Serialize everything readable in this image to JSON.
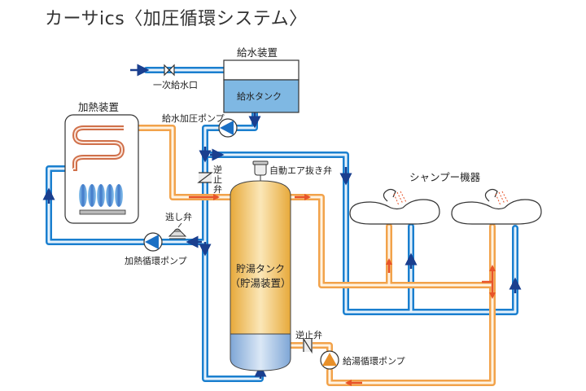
{
  "title": "カーサics〈加圧循環システム〉",
  "colors": {
    "cold_pipe": "#1a7fcf",
    "hot_pipe": "#f2a24a",
    "hot_arrow": "#e8542a",
    "cold_arrow": "#1a3f8f",
    "coil": "#d0704a",
    "supply_tank_water": "#7fb8e3",
    "storage_tank_hot": "#f0bb4a",
    "storage_tank_cold": "#8fb4de",
    "pump_cold": "#1a6fc4",
    "pump_hot": "#e8902a"
  },
  "labels": {
    "water_supply_unit": "給水装置",
    "water_supply_tank": "給水タンク",
    "primary_inlet": "一次給水口",
    "heater": "加熱装置",
    "supply_booster_pump": "給水加圧ポンプ",
    "check_valve_vertical": [
      "逆",
      "止",
      "弁"
    ],
    "relief_valve": "逃し弁",
    "heating_circulation_pump": "加熱循環ポンプ",
    "auto_air_vent": "自動エア抜き弁",
    "shampoo_units": "シャンプー機器",
    "storage_tank_line1": "貯湯タンク",
    "storage_tank_line2": "（貯湯装置）",
    "check_valve_hot": "逆止弁",
    "hot_circulation_pump": "給湯循環ポンプ"
  }
}
